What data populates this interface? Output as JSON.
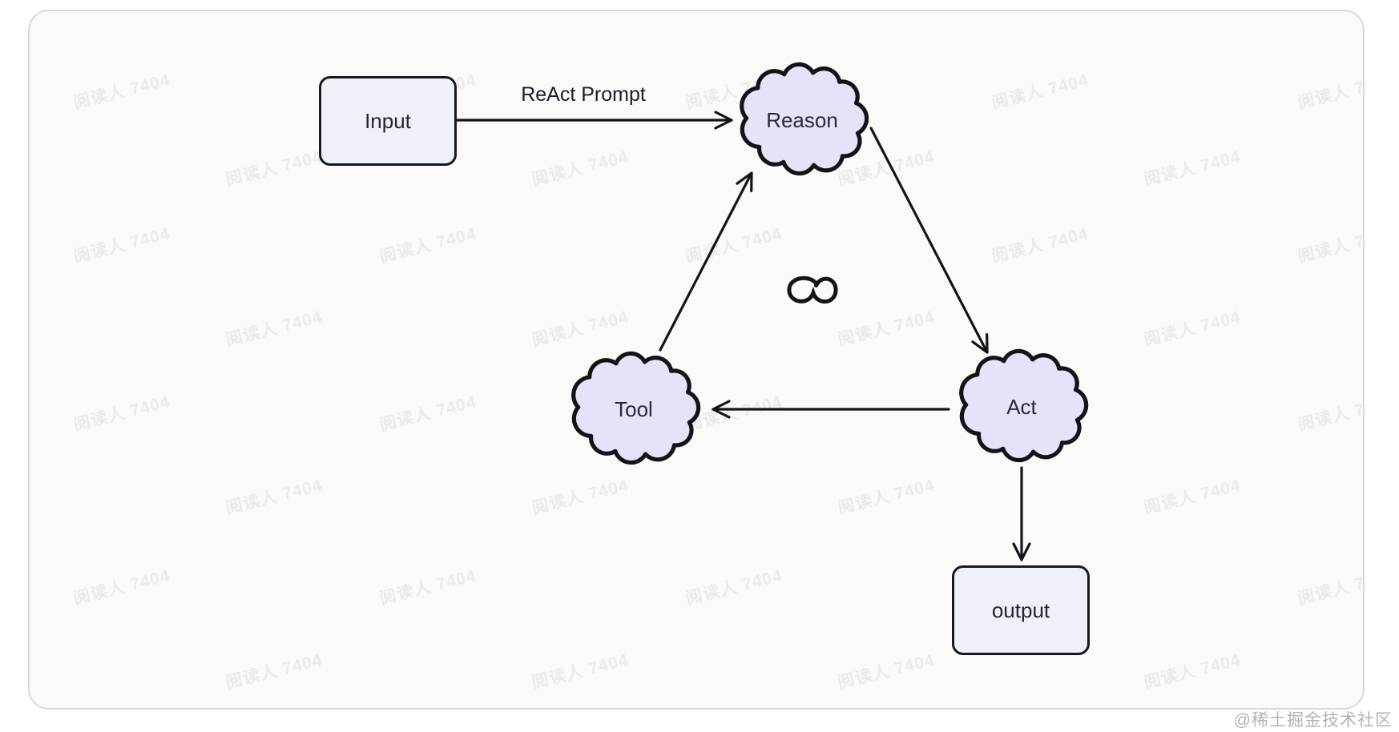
{
  "diagram": {
    "nodes": {
      "input": {
        "label": "Input",
        "shape": "rounded-box"
      },
      "reason": {
        "label": "Reason",
        "shape": "cloud"
      },
      "tool": {
        "label": "Tool",
        "shape": "cloud"
      },
      "act": {
        "label": "Act",
        "shape": "cloud"
      },
      "output": {
        "label": "output",
        "shape": "rounded-box"
      }
    },
    "edges": {
      "input_to_reason": {
        "from": "Input",
        "to": "Reason",
        "label": "ReAct Prompt"
      },
      "tool_to_reason": {
        "from": "Tool",
        "to": "Reason",
        "label": ""
      },
      "reason_to_act": {
        "from": "Reason",
        "to": "Act",
        "label": ""
      },
      "act_to_tool": {
        "from": "Act",
        "to": "Tool",
        "label": ""
      },
      "act_to_output": {
        "from": "Act",
        "to": "output",
        "label": ""
      }
    },
    "center_symbol": "infinity-loop-icon"
  },
  "watermark": {
    "tile_text": "阅读人 7404",
    "credit": "@稀土掘金技术社区"
  },
  "colors": {
    "background": "#fbfaf8",
    "canvas_border": "#d9d9d9",
    "cloud_fill": "#e8e1f9",
    "box_fill": "#eef1f9",
    "stroke": "#141418",
    "credit_text": "#b3b3b3"
  }
}
